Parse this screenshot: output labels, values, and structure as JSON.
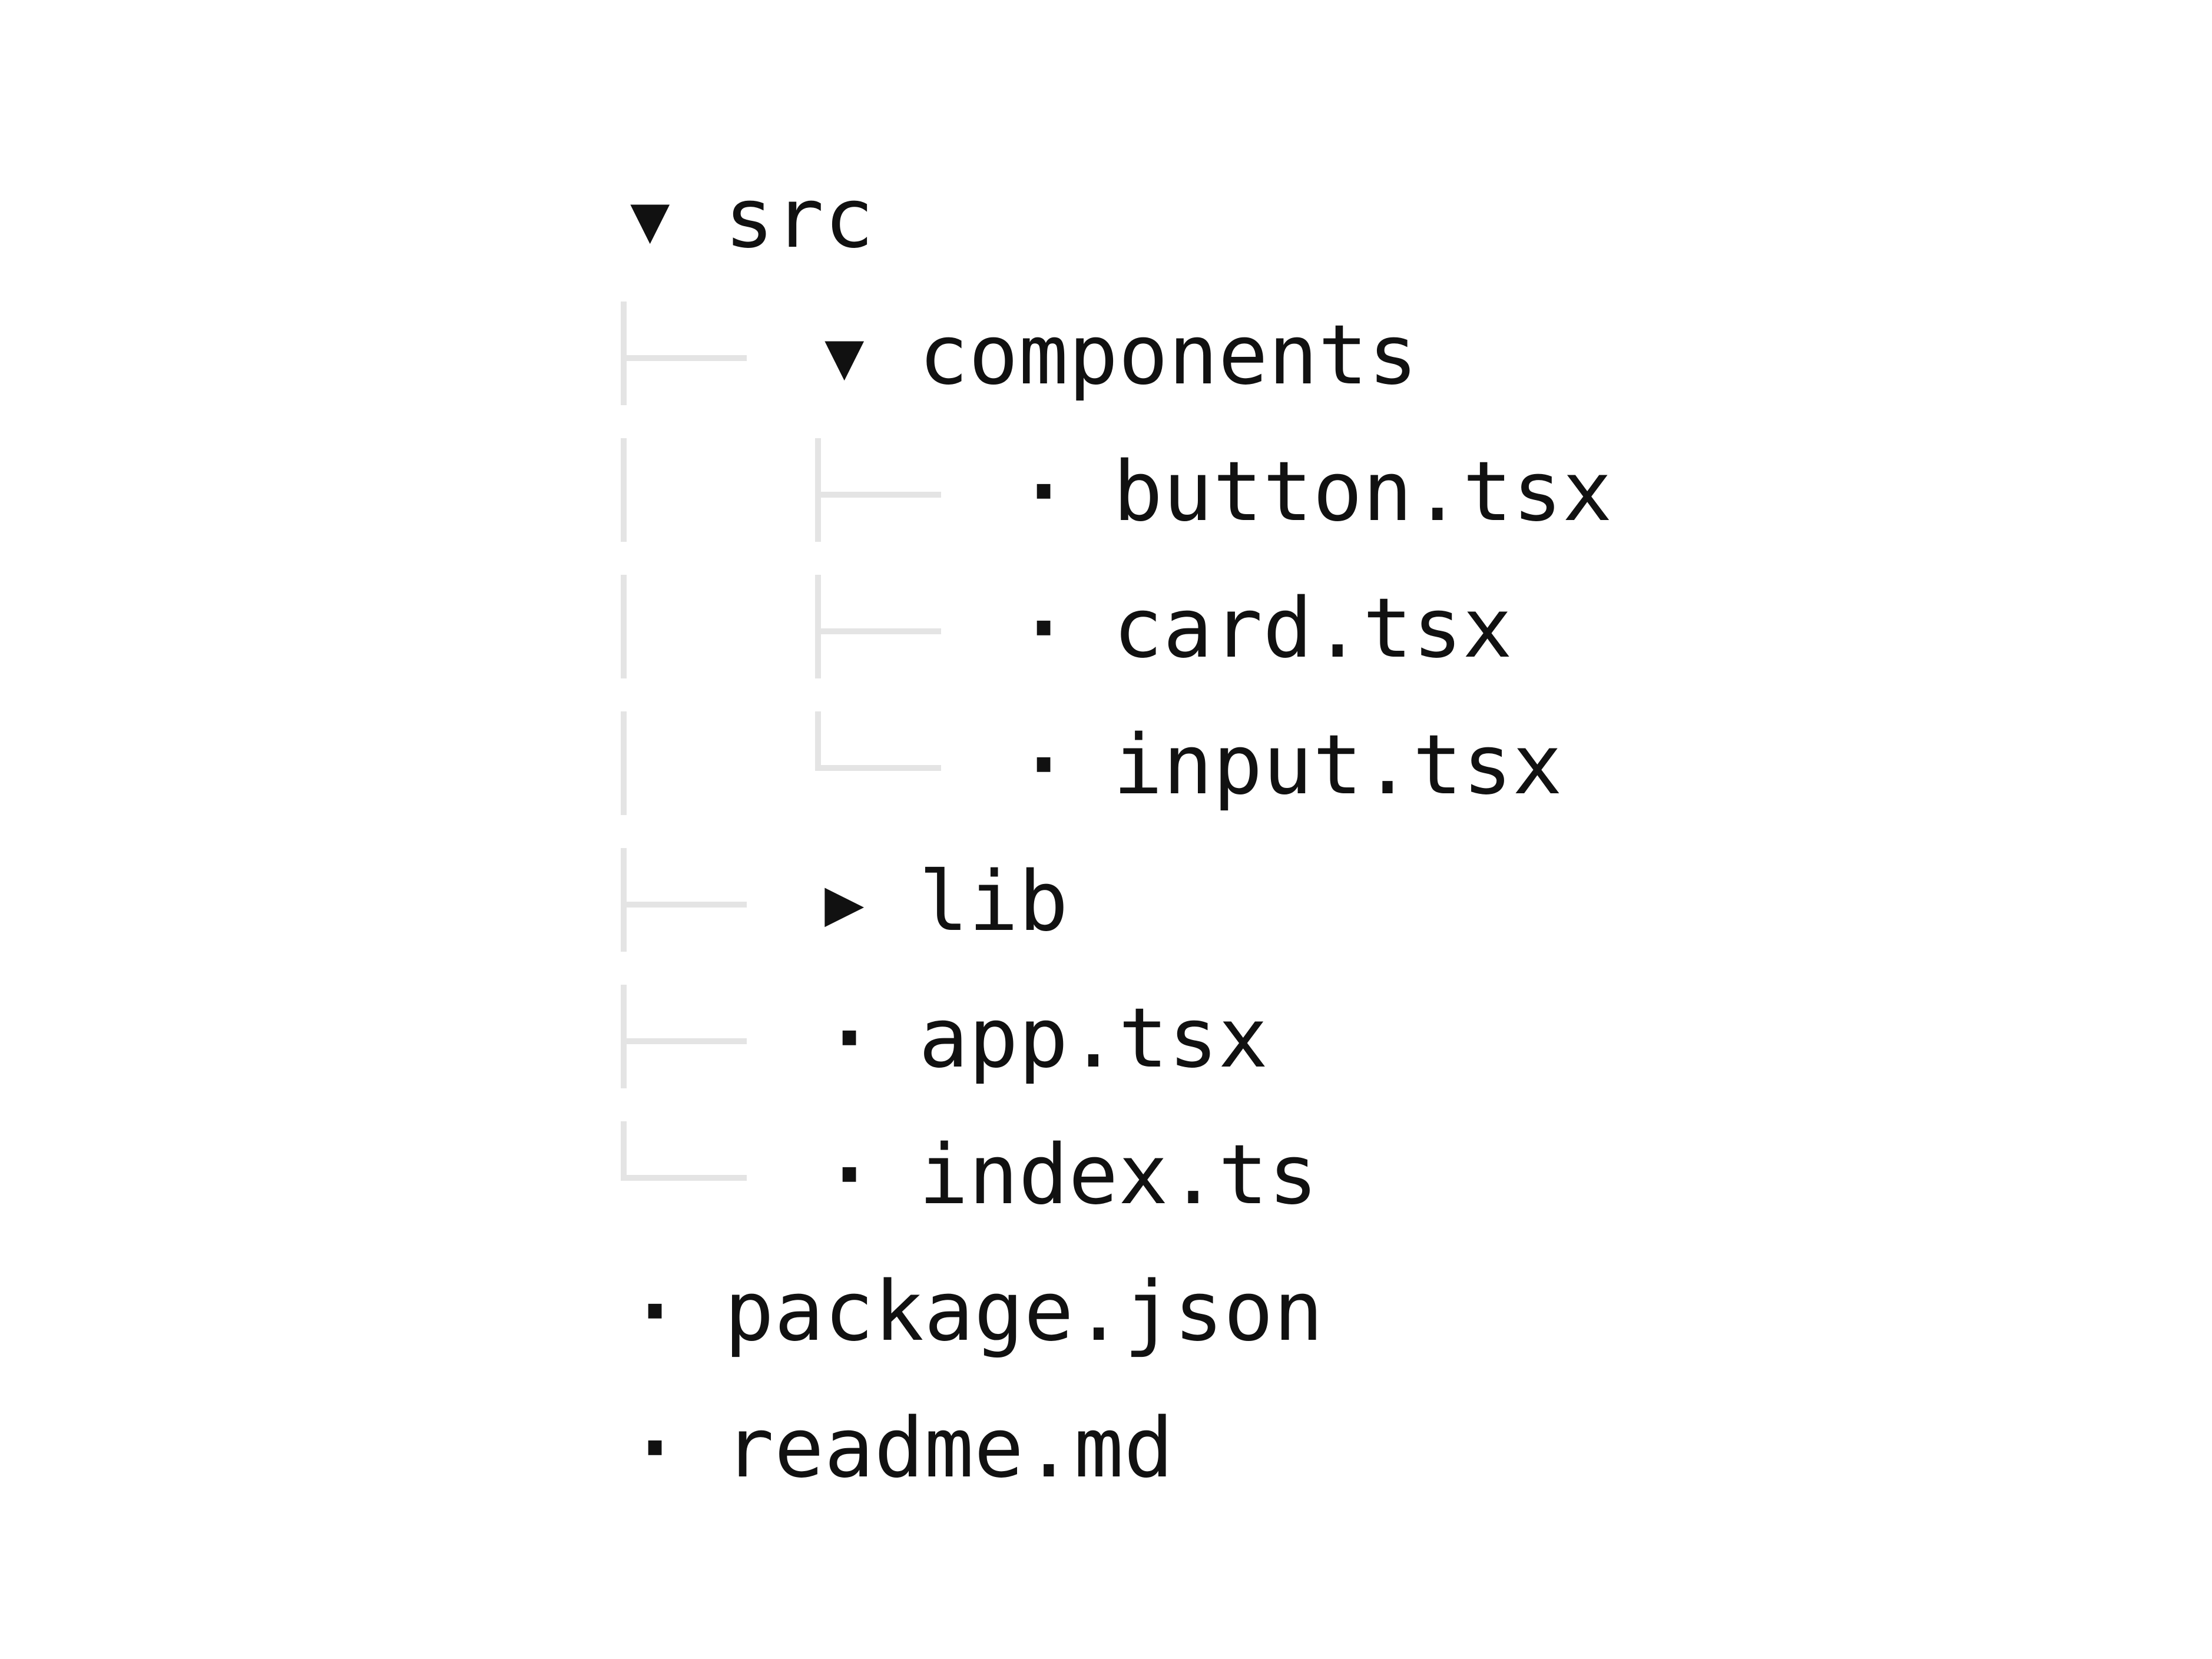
{
  "tree": {
    "nodes": [
      {
        "id": "src",
        "name": "src",
        "type": "folder",
        "expanded": true,
        "marker": "▼",
        "depth": 0
      },
      {
        "id": "components",
        "name": "components",
        "type": "folder",
        "expanded": true,
        "marker": "▼",
        "depth": 1
      },
      {
        "id": "button",
        "name": "button.tsx",
        "type": "file",
        "marker": "·",
        "depth": 2
      },
      {
        "id": "card",
        "name": "card.tsx",
        "type": "file",
        "marker": "·",
        "depth": 2
      },
      {
        "id": "input",
        "name": "input.tsx",
        "type": "file",
        "marker": "·",
        "depth": 2
      },
      {
        "id": "lib",
        "name": "lib",
        "type": "folder",
        "expanded": false,
        "marker": "▶",
        "depth": 1
      },
      {
        "id": "app",
        "name": "app.tsx",
        "type": "file",
        "marker": "·",
        "depth": 1
      },
      {
        "id": "index",
        "name": "index.ts",
        "type": "file",
        "marker": "·",
        "depth": 1
      },
      {
        "id": "package",
        "name": "package.json",
        "type": "file",
        "marker": "·",
        "depth": 0
      },
      {
        "id": "readme",
        "name": "readme.md",
        "type": "file",
        "marker": "·",
        "depth": 0
      }
    ]
  },
  "colors": {
    "text": "#111111",
    "guide": "#e4e4e4",
    "background": "#ffffff"
  }
}
